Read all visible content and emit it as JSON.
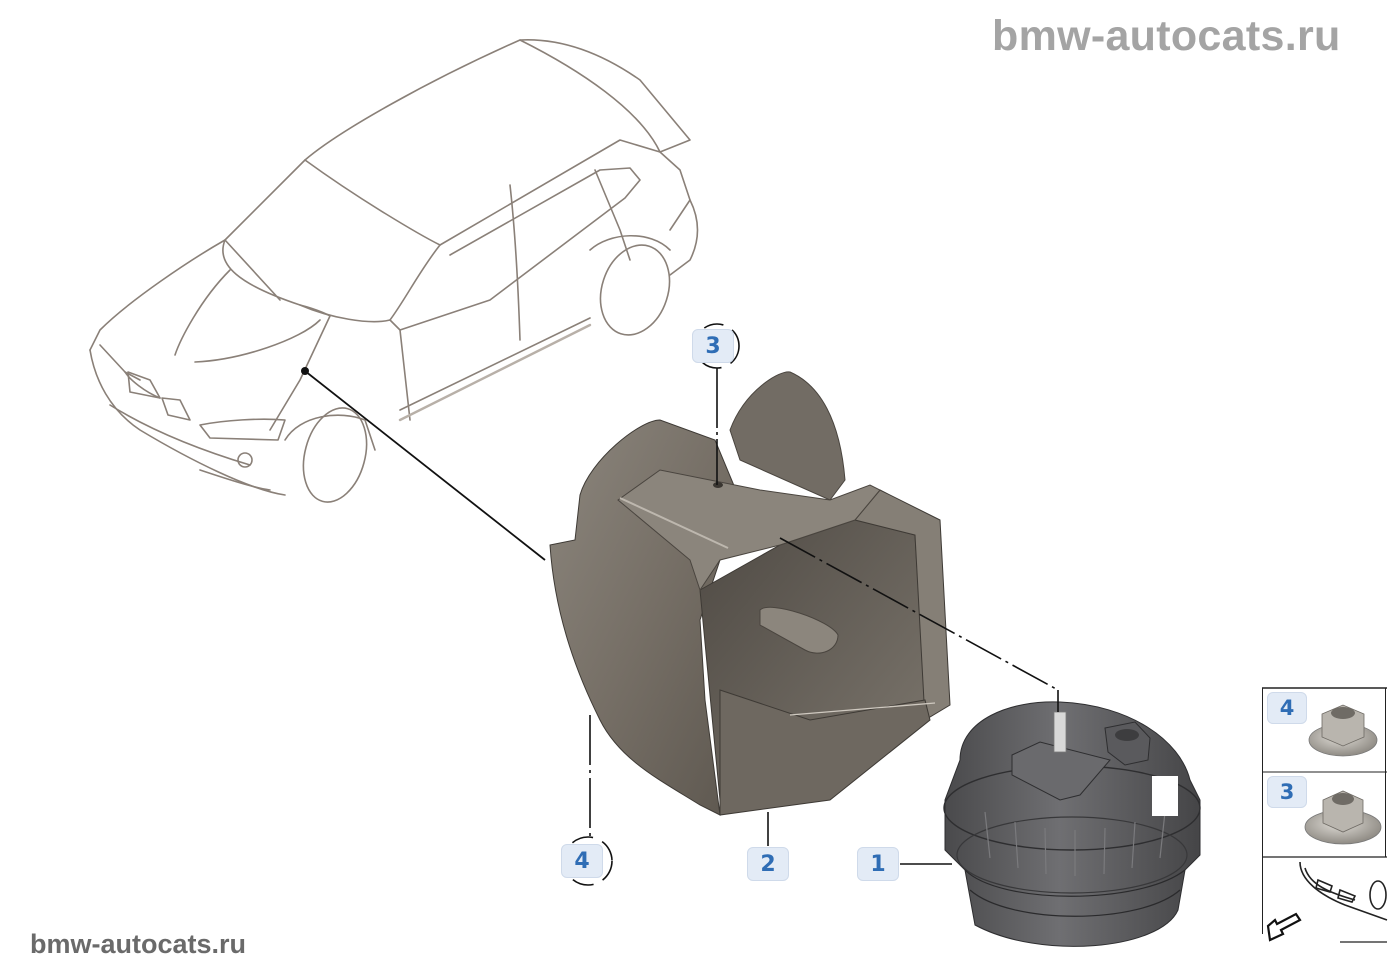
{
  "watermarks": {
    "top_right": "bmw-autocats.ru",
    "bottom_left": "bmw-autocats.ru"
  },
  "diagram": {
    "subject": "Vehicle front-end sound generator assembly (exploded view)",
    "callouts": [
      {
        "id": "callout-1",
        "label": "1",
        "part": "sound-generator"
      },
      {
        "id": "callout-2",
        "label": "2",
        "part": "holder-bracket"
      },
      {
        "id": "callout-3",
        "label": "3",
        "part": "flange-nut-top"
      },
      {
        "id": "callout-4",
        "label": "4",
        "part": "flange-nut-bottom"
      }
    ],
    "legend": {
      "items": [
        {
          "label": "4",
          "part": "hex flange nut"
        },
        {
          "label": "3",
          "part": "hex flange nut with clip"
        }
      ],
      "footer_icon": "front-direction-arrow"
    }
  },
  "colors": {
    "callout_text": "#2f6db5",
    "callout_bg": "#e3ebf6",
    "car_outline": "#8a8078",
    "bracket_fill": "#7b756c",
    "generator_fill": "#5e5e60",
    "leader_line": "#111111"
  }
}
